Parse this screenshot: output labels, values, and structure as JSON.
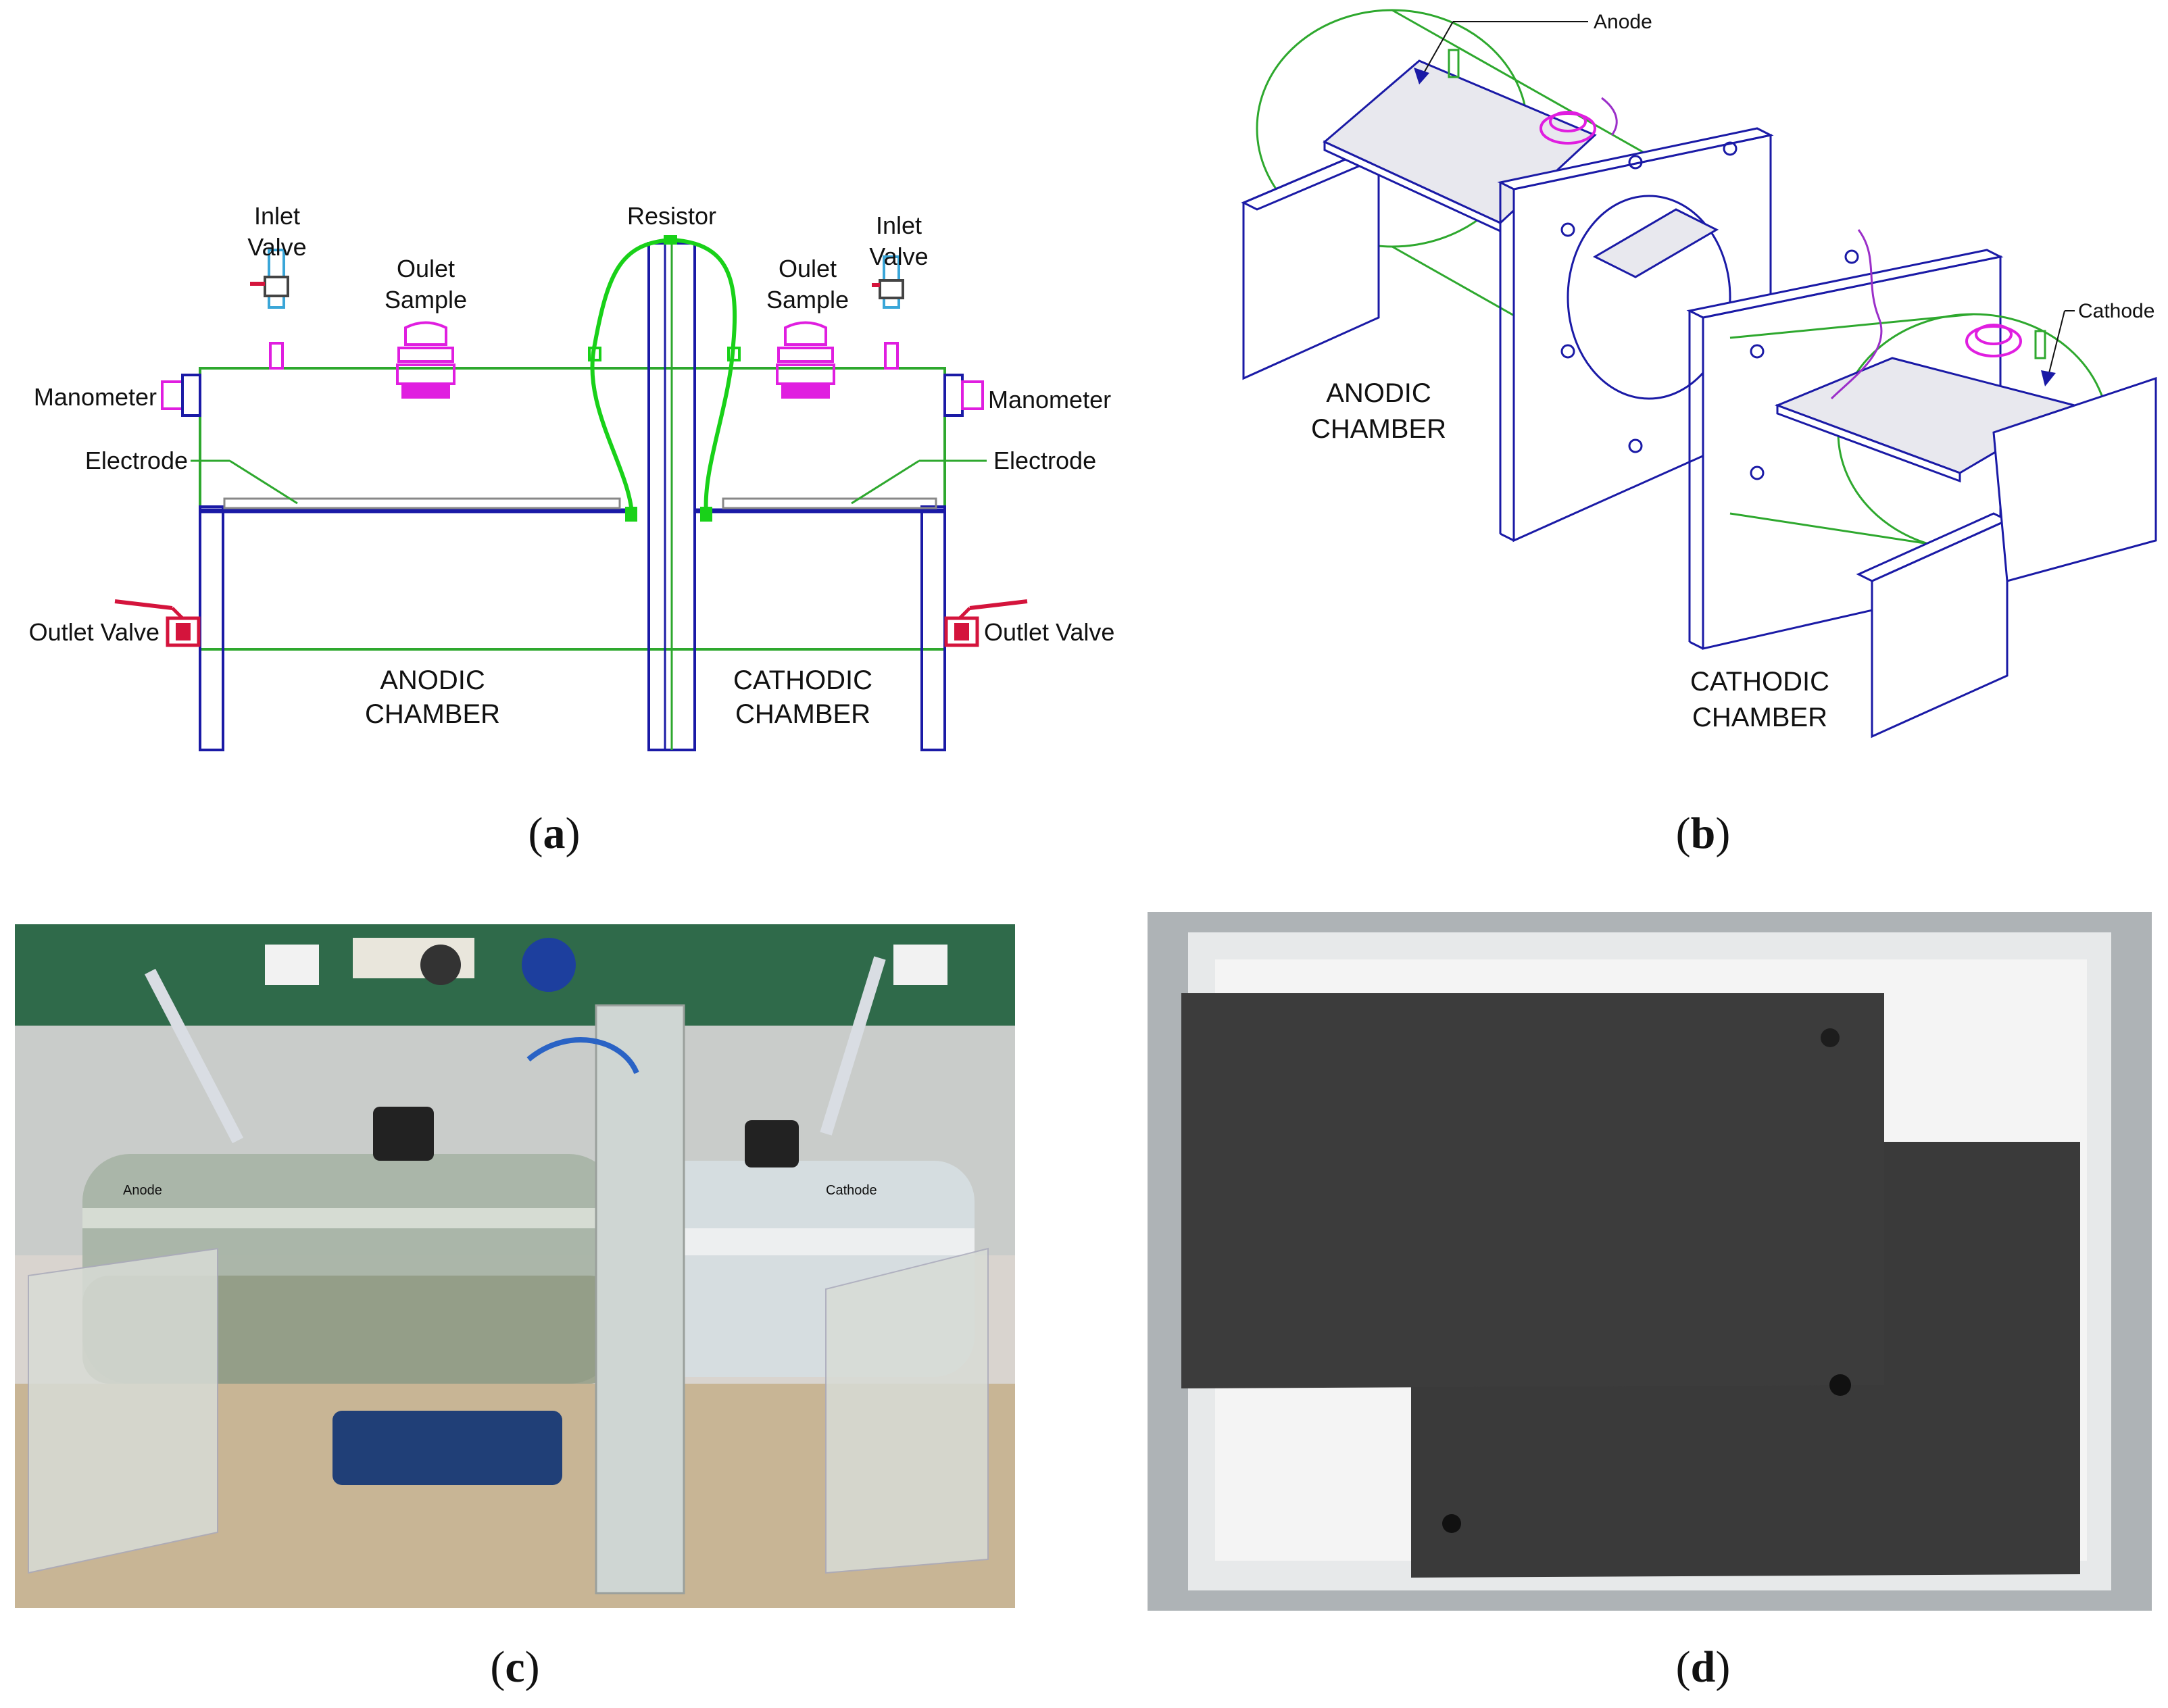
{
  "panel_a": {
    "inlet_valve_left": [
      "Inlet",
      "Valve"
    ],
    "outlet_sample_left": [
      "Oulet",
      "Sample"
    ],
    "resistor": "Resistor",
    "outlet_sample_right": [
      "Oulet",
      "Sample"
    ],
    "inlet_valve_right": [
      "Inlet",
      "Valve"
    ],
    "manometer_left": "Manometer",
    "manometer_right": "Manometer",
    "electrode_left": "Electrode",
    "electrode_right": "Electrode",
    "outlet_valve_left": "Outlet Valve",
    "outlet_valve_right": "Outlet Valve",
    "anodic_chamber": [
      "ANODIC",
      "CHAMBER"
    ],
    "cathodic_chamber": [
      "CATHODIC",
      "CHAMBER"
    ],
    "caption": "a"
  },
  "panel_b": {
    "anode": "Anode",
    "cathode": "Cathode",
    "anodic_chamber": [
      "ANODIC",
      "CHAMBER"
    ],
    "cathodic_chamber": [
      "CATHODIC",
      "CHAMBER"
    ],
    "caption": "b"
  },
  "panel_c": {
    "label_anode": "Anode",
    "label_cathode": "Cathode",
    "caption": "c"
  },
  "panel_d": {
    "caption": "d"
  },
  "colors": {
    "frame_blue": "#1a1aa6",
    "wire_green": "#19d119",
    "outline_green": "#2ea82e",
    "sample_magenta": "#e01ee0",
    "valve_red": "#d4143c",
    "valve_cyan": "#3aa6d8"
  }
}
